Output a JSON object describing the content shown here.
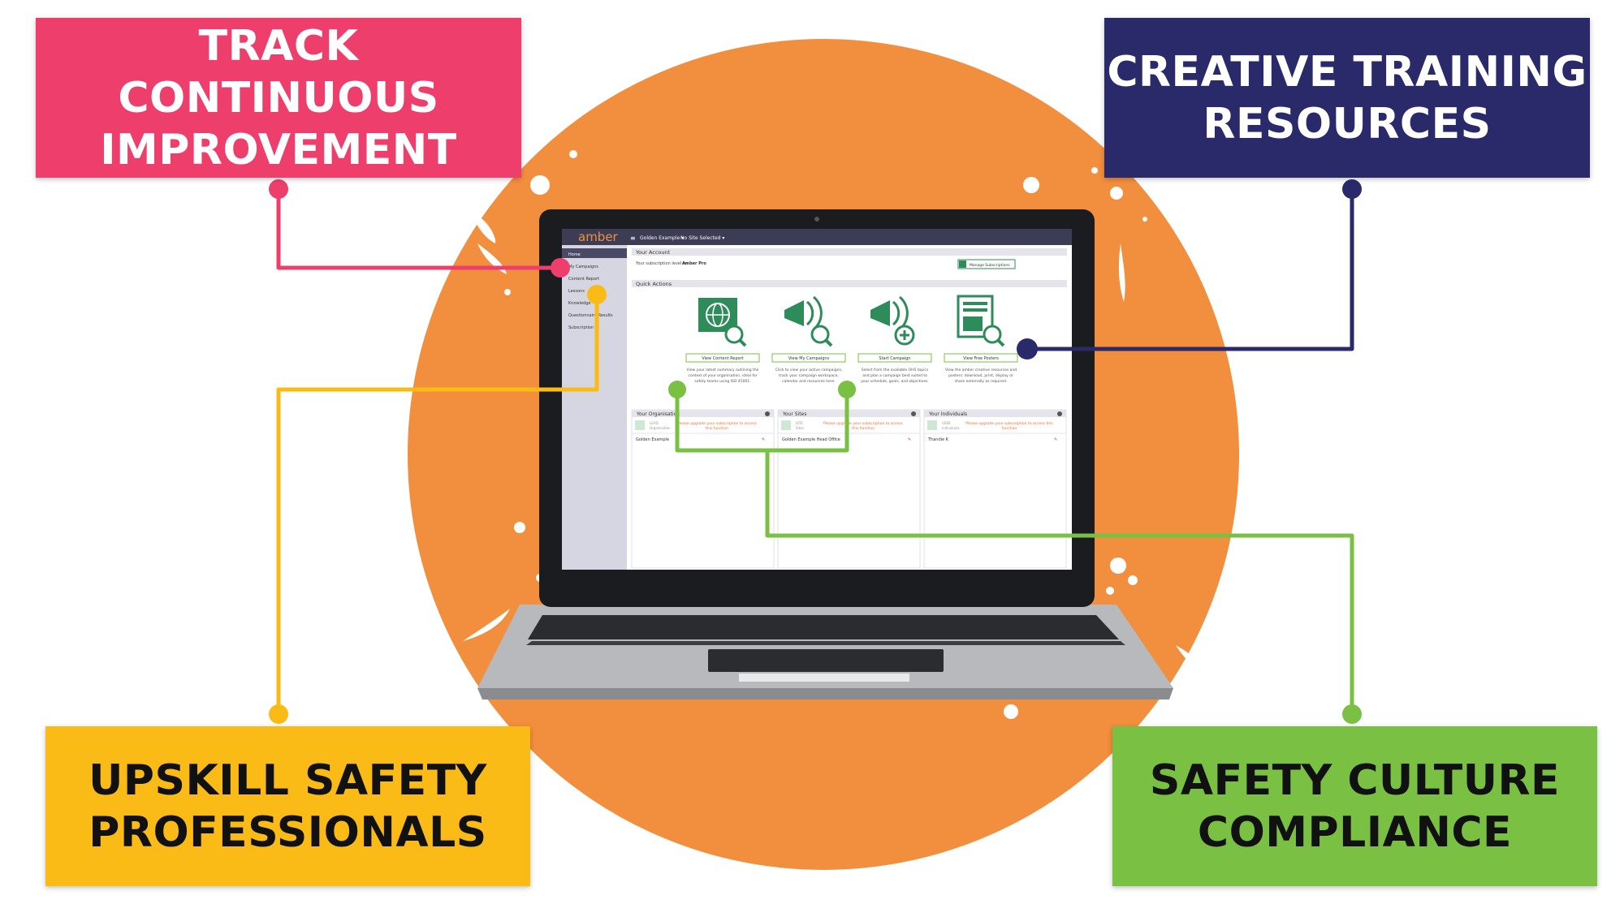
{
  "callouts": {
    "top_left": [
      "TRACK CONTINUOUS",
      "IMPROVEMENT"
    ],
    "top_right": [
      "CREATIVE TRAINING",
      "RESOURCES"
    ],
    "bottom_left": [
      "UPSKILL SAFETY",
      "PROFESSIONALS"
    ],
    "bottom_right": [
      "SAFETY CULTURE",
      "COMPLIANCE"
    ]
  },
  "colors": {
    "pink": "#ee3f6c",
    "navy": "#2a2a6a",
    "yellow": "#fbbb17",
    "green": "#7ac043",
    "orange": "#f28f3e",
    "app_header": "#3c3c54",
    "app_sidebar": "#d6d6e3",
    "icon_green": "#2e8b5a"
  },
  "app": {
    "logo": "amber",
    "header_dropdowns": [
      "Golden Example ▾",
      "No Site Selected ▾"
    ],
    "sidebar": [
      "Home",
      "My Campaigns",
      "Content Report",
      "Lessons",
      "Knowledge",
      "Questionnaire Results",
      "Subscription"
    ],
    "account": {
      "title": "Your Account",
      "subscription_text": "Your subscription level is:",
      "subscription_level": "Amber Pro",
      "manage_button": "Manage Subscriptions"
    },
    "quick_actions_title": "Quick Actions",
    "actions": [
      {
        "icon": "globe-search-icon",
        "button": "View Content Report",
        "desc": [
          "View your latest summary outlining the",
          "context of your organisation, ideal for",
          "safety teams using ISO 45001."
        ]
      },
      {
        "icon": "megaphone-search-icon",
        "button": "View My Campaigns",
        "desc": [
          "Click to view your active campaigns,",
          "track your campaign workspace,",
          "calendar and resources here."
        ]
      },
      {
        "icon": "megaphone-plus-icon",
        "button": "Start Campaign",
        "desc": [
          "Select from the available OHS topics",
          "and plan a campaign best suited to",
          "your schedule, goals, and objectives."
        ]
      },
      {
        "icon": "poster-search-icon",
        "button": "View Free Posters",
        "desc": [
          "View the amber creative resources and",
          "posters: download, print, display or",
          "share externally as required."
        ]
      }
    ],
    "panels": [
      {
        "title": "Your Organisation",
        "badge": "LEAD",
        "sub": "Organisation",
        "warning": [
          "Please upgrade your subscription to access",
          "this function"
        ],
        "row": "Golden Example"
      },
      {
        "title": "Your Sites",
        "badge": "SITE",
        "sub": "Sites",
        "warning": [
          "Please upgrade your subscription to access",
          "this function"
        ],
        "row": "Golden Example Head Office"
      },
      {
        "title": "Your Individuals",
        "badge": "USER",
        "sub": "Individuals",
        "warning": [
          "Please upgrade your subscription to access this",
          "function"
        ],
        "row": "Thandie K"
      }
    ]
  }
}
